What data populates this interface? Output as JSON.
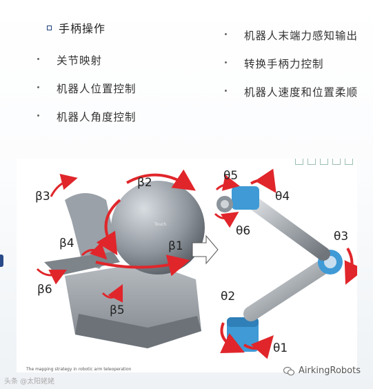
{
  "heading": "手柄操作",
  "left_list": [
    "关节映射",
    "机器人位置控制",
    "机器人角度控制"
  ],
  "right_list": [
    "机器人末端力感知输出",
    "转换手柄力控制",
    "机器人速度和位置柔顺"
  ],
  "figure": {
    "device_brand": "Touch",
    "beta_labels": [
      "β2",
      "β3",
      "β4",
      "β1",
      "β6",
      "β5"
    ],
    "theta_labels": [
      "θ5",
      "θ4",
      "θ6",
      "θ3",
      "θ2",
      "θ1"
    ],
    "caption": "The mapping strategy in robotic arm teleoperation"
  },
  "watermark_left": "头条 @太阳姥姥",
  "watermark_right": "AirkingRobots",
  "colors": {
    "arrow_red": "#e0262b",
    "robot_blue": "#3f9ad6",
    "bullet": "#1a3c7a"
  }
}
